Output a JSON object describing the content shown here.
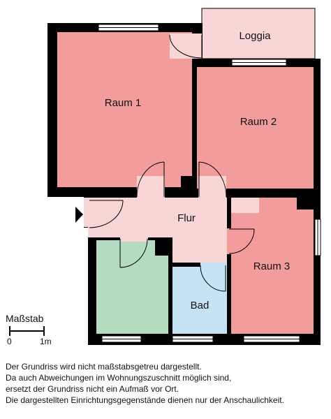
{
  "rooms": {
    "loggia": "Loggia",
    "raum1": "Raum 1",
    "raum2": "Raum 2",
    "raum3": "Raum 3",
    "flur": "Flur",
    "bad": "Bad",
    "unlabeled": ""
  },
  "scale": {
    "title": "Maßstab",
    "start": "0",
    "end": "1m"
  },
  "disclaimer": [
    "Der Grundriss wird nicht maßstabsgetreu dargestellt.",
    "Da auch Abweichungen im Wohnungszuschnitt möglich sind,",
    "ersetzt der Grundriss nicht ein Aufmaß vor Ort.",
    "Die dargestellten Einrichtungsgegenstände dienen nur der Anschaulichkeit."
  ],
  "colors": {
    "wall": "#000000",
    "room_pink": "#f29c9b",
    "hall_light_pink": "#f9d6d6",
    "kitchen_green": "#b3dcc0",
    "bath_blue": "#c5e3f5",
    "window": "#ffffff"
  }
}
